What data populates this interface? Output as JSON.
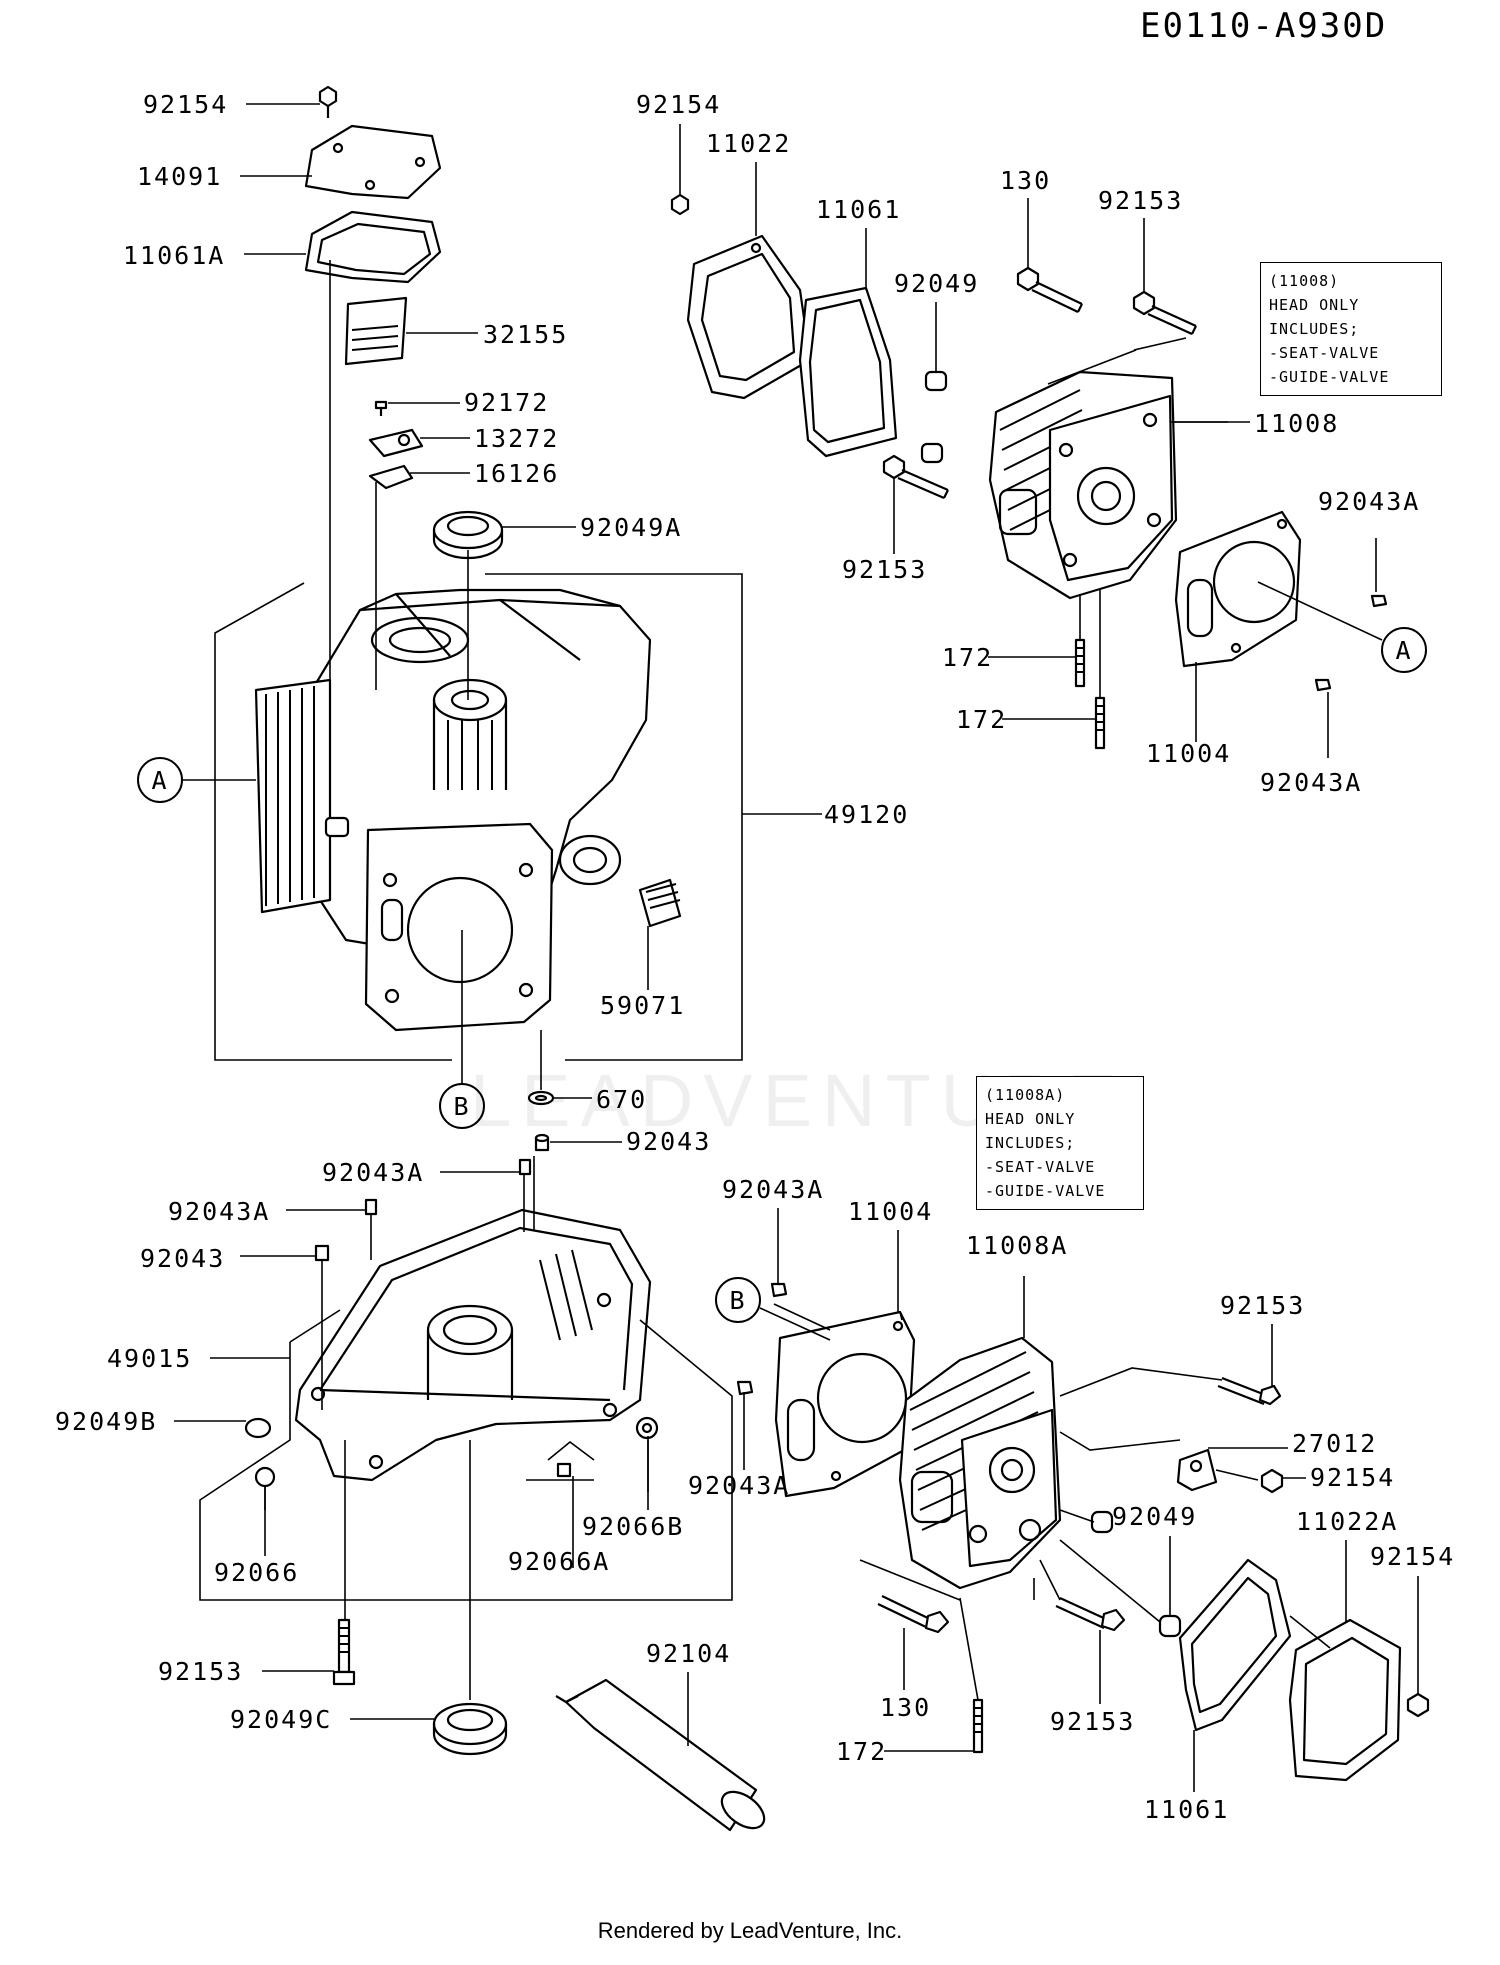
{
  "diagram_code": "E0110-A930D",
  "footer": "Rendered by LeadVenture, Inc.",
  "watermark": "LEADVENTURE",
  "callouts": {
    "A_left": "A",
    "A_right": "A",
    "B_left": "B",
    "B_right": "B"
  },
  "notes": [
    {
      "lines": [
        "(11008)",
        "HEAD ONLY",
        "INCLUDES;",
        "-SEAT-VALVE",
        "-GUIDE-VALVE"
      ]
    },
    {
      "lines": [
        "(11008A)",
        "HEAD ONLY",
        "INCLUDES;",
        "-SEAT-VALVE",
        "-GUIDE-VALVE"
      ]
    }
  ],
  "labels": {
    "p92154_tl": "92154",
    "p14091": "14091",
    "p11061A": "11061A",
    "p32155": "32155",
    "p92172": "92172",
    "p13272": "13272",
    "p16126": "16126",
    "p92049A": "92049A",
    "p49120": "49120",
    "p59071": "59071",
    "p670": "670",
    "p92154_tc": "92154",
    "p11022": "11022",
    "p11061_top": "11061",
    "p92049_top": "92049",
    "p130_top": "130",
    "p92153_top": "92153",
    "p11008": "11008",
    "p92153_mid": "92153",
    "p92043A_r1": "92043A",
    "p172_a": "172",
    "p172_b": "172",
    "p11004_top": "11004",
    "p92043A_r2": "92043A",
    "p92043": "92043",
    "p92043A_l1": "92043A",
    "p92043A_l2": "92043A",
    "p92043_l": "92043",
    "p49015": "49015",
    "p92049B": "92049B",
    "p92066": "92066",
    "p92066A": "92066A",
    "p92066B": "92066B",
    "p92153_bl": "92153",
    "p92049C": "92049C",
    "p92104": "92104",
    "p92043A_b1": "92043A",
    "p11004_b": "11004",
    "p11008A": "11008A",
    "p92043A_b2": "92043A",
    "p92153_br1": "92153",
    "p27012": "27012",
    "p92154_br1": "92154",
    "p11022A": "11022A",
    "p92154_br2": "92154",
    "p92049_b": "92049",
    "p130_b": "130",
    "p172_bot": "172",
    "p92153_br2": "92153",
    "p11061_bot": "11061"
  }
}
